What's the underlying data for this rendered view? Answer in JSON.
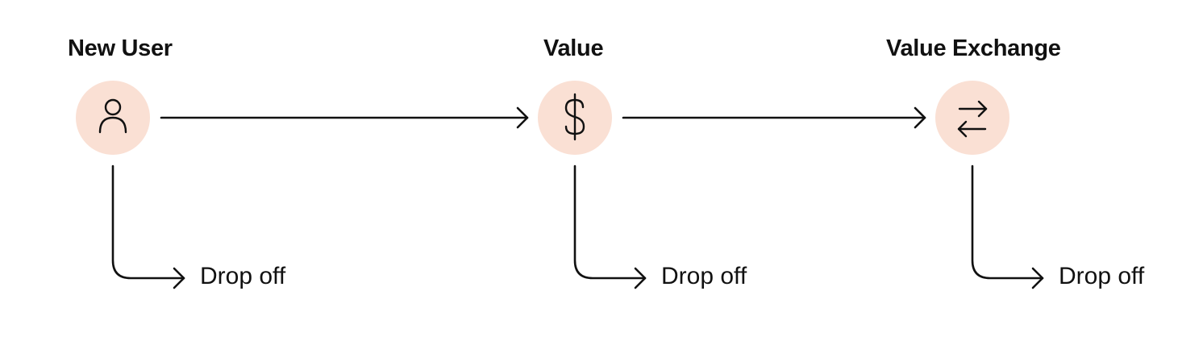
{
  "diagram": {
    "type": "user-funnel-flow",
    "colors": {
      "node_fill": "#fae0d4",
      "stroke": "#111111",
      "text": "#111111"
    },
    "nodes": [
      {
        "label": "New User",
        "icon": "user-icon",
        "drop_label": "Drop off"
      },
      {
        "label": "Value",
        "icon": "dollar-icon",
        "drop_label": "Drop off"
      },
      {
        "label": "Value Exchange",
        "icon": "exchange-arrows-icon",
        "drop_label": "Drop off"
      }
    ],
    "edges": [
      {
        "from": "New User",
        "to": "Value"
      },
      {
        "from": "Value",
        "to": "Value Exchange"
      }
    ]
  }
}
